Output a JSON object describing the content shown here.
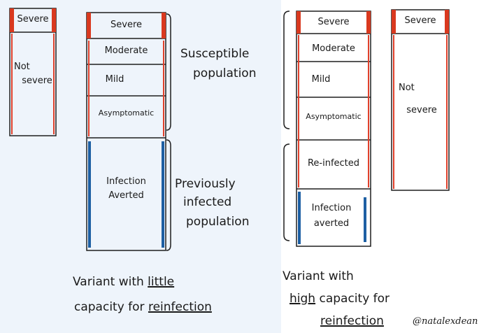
{
  "left_small_bar": {
    "severe": "Severe",
    "not_severe_line1": "Not",
    "not_severe_line2": "severe"
  },
  "left_bar": {
    "severe": "Severe",
    "moderate": "Moderate",
    "mild": "Mild",
    "asymptomatic": "Asymptomatic",
    "averted_line1": "Infection",
    "averted_line2": "Averted"
  },
  "labels": {
    "susceptible_line1": "Susceptible",
    "susceptible_line2": "population",
    "previously_line1": "Previously",
    "previously_line2": "infected",
    "previously_line3": "population"
  },
  "right_bar": {
    "severe": "Severe",
    "moderate": "Moderate",
    "mild": "Mild",
    "asymptomatic": "Asymptomatic",
    "reinfected": "Re-infected",
    "averted_line1": "Infection",
    "averted_line2": "averted"
  },
  "right_small_bar": {
    "severe": "Severe",
    "not_severe_line1": "Not",
    "not_severe_line2": "severe"
  },
  "captions": {
    "left_line1_pre": "Variant with ",
    "left_line1_em": "little",
    "left_line2_pre": "capacity for ",
    "left_line2_em": "reinfection",
    "right_line1": "Variant with",
    "right_line2_em": "high",
    "right_line2_post": " capacity for",
    "right_line3_em": "reinfection"
  },
  "signature": "@natalexdean",
  "colors": {
    "severe": "#d9391f",
    "red_line": "#e0402b",
    "blue": "#1d5fa3",
    "ink": "#1e1e1e",
    "bg_light": "#eef4fb"
  }
}
